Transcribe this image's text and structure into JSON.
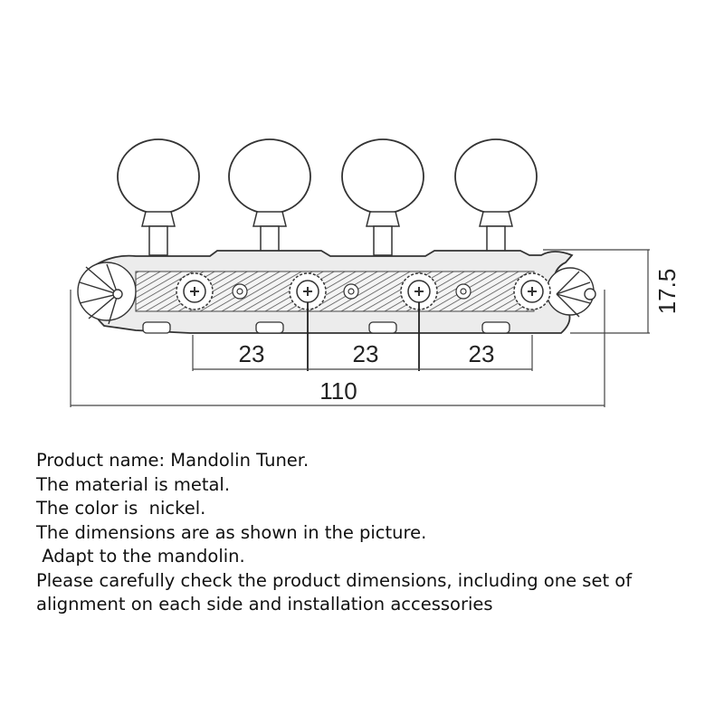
{
  "diagram": {
    "dimensions": {
      "spacing_1": "23",
      "spacing_2": "23",
      "spacing_3": "23",
      "total_length": "110",
      "height": "17.5"
    },
    "tuner_count": 4,
    "colors": {
      "line": "#333333",
      "button_fill": "#ffffff",
      "plate_fill": "#e6e6e6",
      "dimension_line": "#444444"
    }
  },
  "description": {
    "lines": [
      "Product name: Mandolin Tuner.",
      "The material is metal.",
      "The color is  nickel.",
      "The dimensions are as shown in the picture.",
      " Adapt to the mandolin.",
      "Please carefully check the product dimensions, including one set of",
      "alignment on each side and installation accessories"
    ]
  }
}
